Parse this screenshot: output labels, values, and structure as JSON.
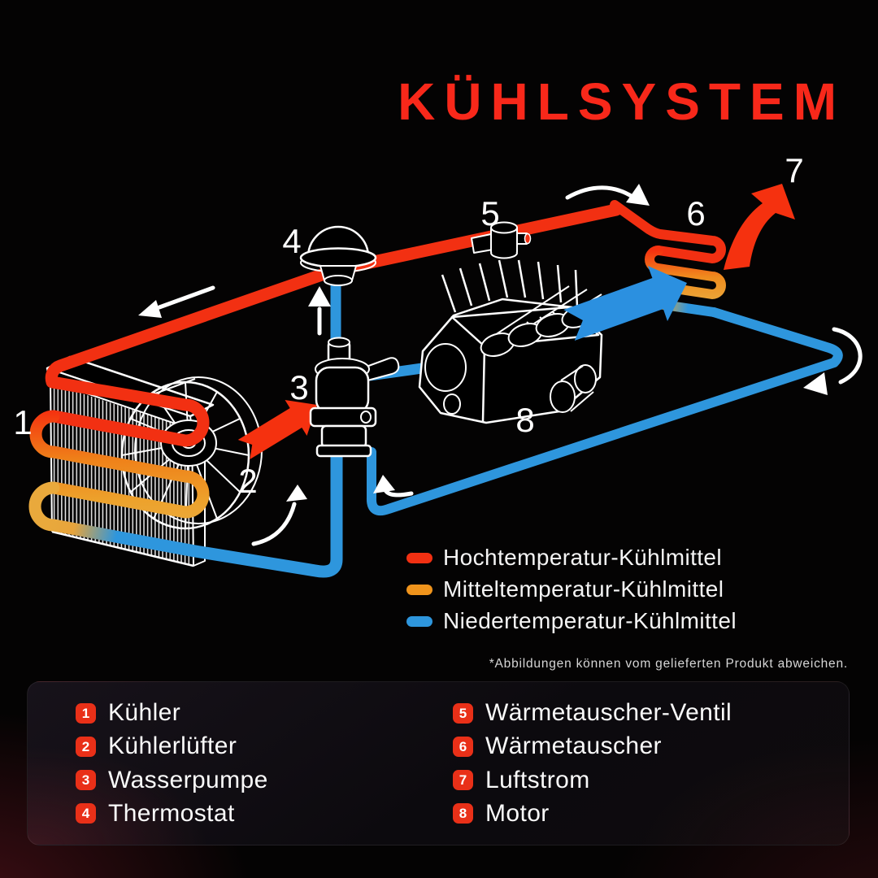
{
  "title": "KÜHLSYSTEM",
  "legend": {
    "items": [
      {
        "label": "Hochtemperatur-Kühlmittel",
        "color": "#f23012"
      },
      {
        "label": "Mitteltemperatur-Kühlmittel",
        "color": "#f0941c"
      },
      {
        "label": "Niedertemperatur-Kühlmittel",
        "color": "#2e96dd"
      }
    ],
    "disclaimer": "*Abbildungen können vom gelieferten Produkt abweichen."
  },
  "parts": [
    {
      "number": "1",
      "label": "Kühler"
    },
    {
      "number": "2",
      "label": "Kühlerlüfter"
    },
    {
      "number": "3",
      "label": "Wasserpumpe"
    },
    {
      "number": "4",
      "label": "Thermostat"
    },
    {
      "number": "5",
      "label": "Wärmetauscher-Ventil"
    },
    {
      "number": "6",
      "label": "Wärmetauscher"
    },
    {
      "number": "7",
      "label": "Luftstrom"
    },
    {
      "number": "8",
      "label": "Motor"
    }
  ],
  "colors": {
    "title_red": "#f8281a",
    "hot_line": "#f23012",
    "mid_line": "#f0941c",
    "cold_line": "#2e96dd",
    "badge_red": "#e93018",
    "background": "#040303",
    "line_art": "#ffffff"
  }
}
